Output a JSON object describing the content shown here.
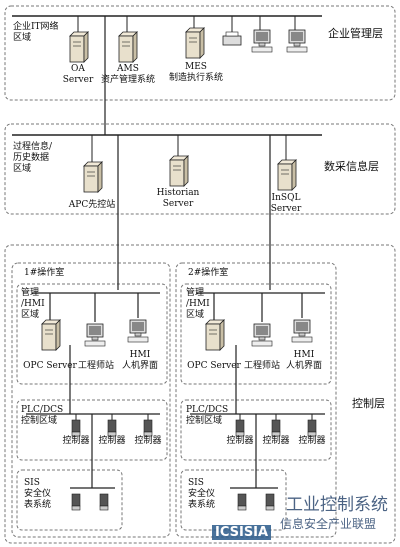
{
  "layers": {
    "enterprise": "企业管理层",
    "data_collection": "数采信息层",
    "control": "控制层"
  },
  "zones": {
    "enterprise_it": "企业IT网络\n区域",
    "process_history": "过程信息/\n历史数据\n区域",
    "room1": "1#操作室",
    "room2": "2#操作室",
    "mgmt_hmi_1": "管理\n/HMI\n区域",
    "mgmt_hmi_2": "管理\n/HMI\n区域",
    "plc_dcs_1": "PLC/DCS\n控制区域",
    "plc_dcs_2": "PLC/DCS\n控制区域",
    "sis_1": "SIS\n安全仪\n表系统",
    "sis_2": "SIS\n安全仪\n表系统"
  },
  "servers": {
    "oa": "OA\nServer",
    "ams": "AMS\n资产管理系统",
    "mes": "MES\n制造执行系统",
    "apc": "APC先控站",
    "historian": "Historian\nServer",
    "insql": "InSQL\nServer"
  },
  "room_nodes": {
    "opc": "OPC Server",
    "eng": "工程师站",
    "hmi": "HMI\n人机界面"
  },
  "controller": "控制器",
  "watermark": {
    "logo": "ICSISIA",
    "line1": "工业控制系统",
    "line2": "信息安全产业联盟"
  },
  "colors": {
    "line": "#222222",
    "dash": "#666666",
    "device": "#e8e0cc"
  }
}
